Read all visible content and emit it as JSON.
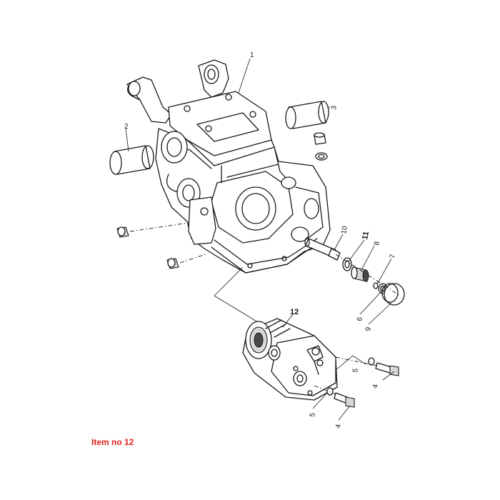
{
  "diagram": {
    "callouts": {
      "c1": "1",
      "c2": "2",
      "c3": "3",
      "c4a": "4",
      "c4b": "4",
      "c5a": "5",
      "c5b": "5",
      "c6": "6",
      "c7": "7",
      "c8": "8",
      "c9": "9",
      "c10": "10",
      "c11": "11",
      "c12": "12"
    }
  },
  "caption": {
    "text": "Item no 12",
    "color": "#e0201b"
  }
}
